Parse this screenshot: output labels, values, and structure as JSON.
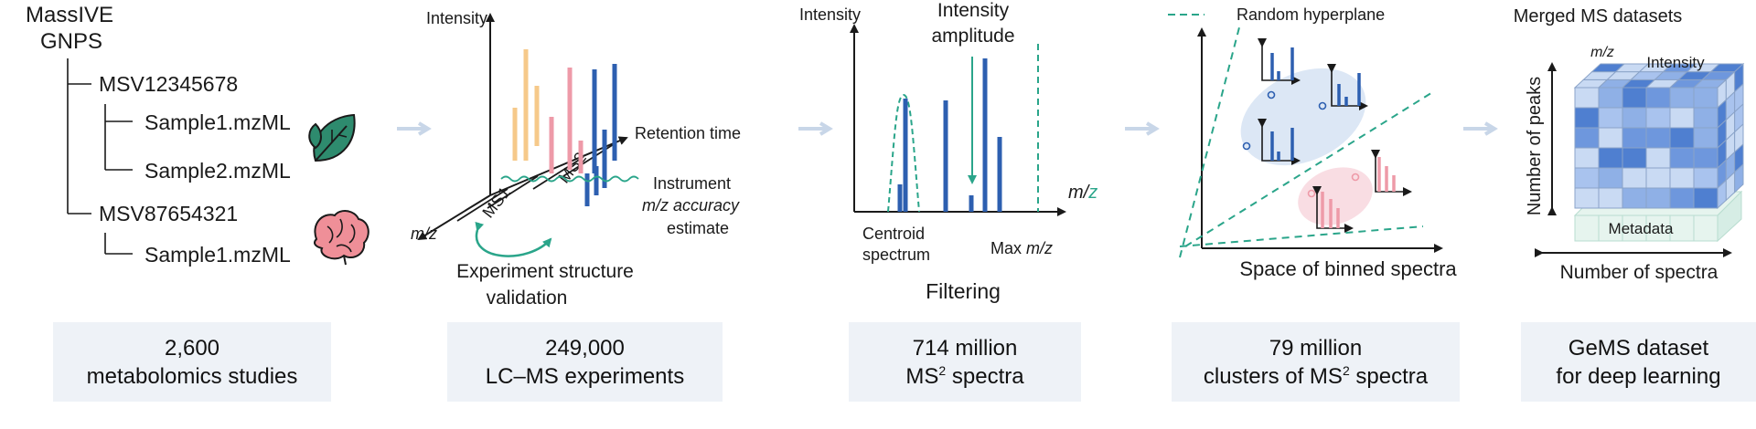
{
  "tree": {
    "root_line1": "MassIVE",
    "root_line2": "GNPS",
    "dataset1": "MSV12345678",
    "dataset1_files": [
      "Sample1.mzML",
      "Sample2.mzML"
    ],
    "dataset2": "MSV87654321",
    "dataset2_files": [
      "Sample1.mzML"
    ]
  },
  "panel2": {
    "y_axis": "Intensity",
    "x_axis": "Retention time",
    "depth_axis": "m/z",
    "ms1": "MS1",
    "ms2": "MS2",
    "note_line1": "Instrument",
    "note_line2": "m/z accuracy",
    "note_line3": "estimate",
    "caption_line1": "Experiment structure",
    "caption_line2": "validation"
  },
  "panel3": {
    "y_axis": "Intensity",
    "amplitude_line1": "Intensity",
    "amplitude_line2": "amplitude",
    "x_axis_m": "m/",
    "x_axis_z": "z",
    "centroid_line1": "Centroid",
    "centroid_line2": "spectrum",
    "max_prefix": "Max ",
    "max_mz": "m/z",
    "caption": "Filtering"
  },
  "panel4": {
    "legend": "Random hyperplane",
    "caption": "Space of binned spectra"
  },
  "panel5": {
    "title": "Merged MS datasets",
    "mz": "m/z",
    "intensity": "Intensity",
    "peaks": "Number of peaks",
    "metadata": "Metadata",
    "spectra": "Number of spectra"
  },
  "stats": [
    {
      "line1": "2,600",
      "line2": "metabolomics studies"
    },
    {
      "line1": "249,000",
      "line2": "LC–MS experiments"
    },
    {
      "line1": "714 million",
      "line2a": "MS",
      "sup": "2",
      "line2b": " spectra"
    },
    {
      "line1": "79 million",
      "line2a": "clusters of MS",
      "sup": "2",
      "line2b": " spectra"
    },
    {
      "line1": "GeMS dataset",
      "line2": "for deep learning"
    }
  ],
  "colors": {
    "blue": "#2d5fb0",
    "teal": "#2aa58a",
    "orange": "#f6c98a",
    "pink": "#ee9aa8",
    "arrow": "#c8d6e8",
    "leaf": "#2e8b6e",
    "brain": "#ef8f98",
    "cluster_blue": "#dce7f5",
    "cluster_pink": "#f9dde3"
  },
  "icons": [
    "leaf-icon",
    "brain-icon"
  ]
}
